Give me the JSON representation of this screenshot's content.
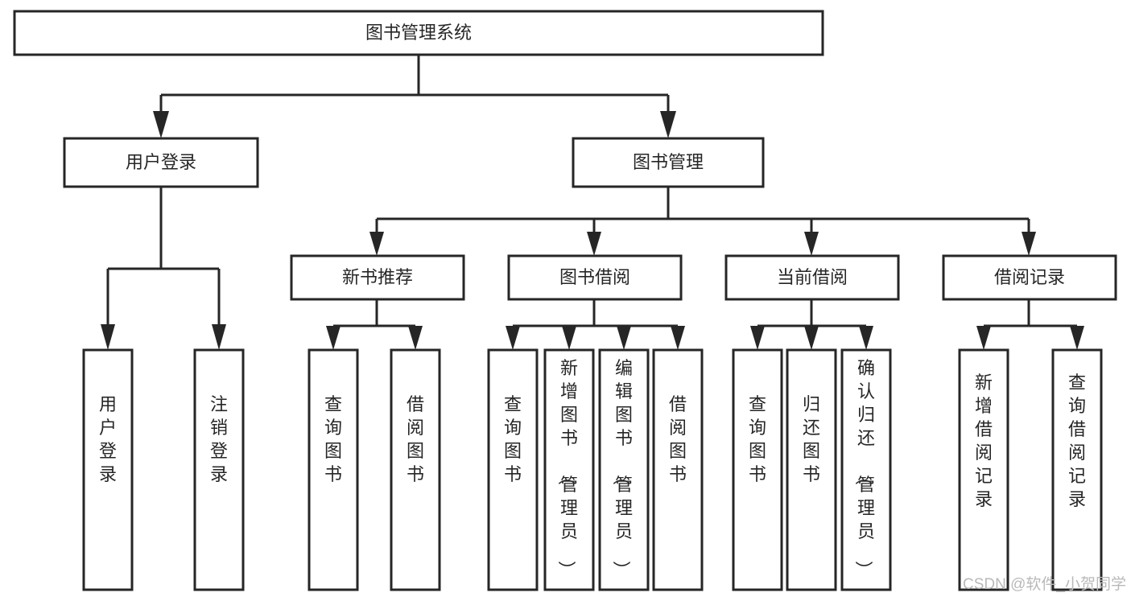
{
  "diagram": {
    "title": "图书管理系统",
    "type": "tree-hierarchy-chart",
    "root": {
      "id": "root",
      "label": "图书管理系统",
      "orientation": "horizontal"
    },
    "level2": [
      {
        "id": "user-login",
        "label": "用户登录",
        "orientation": "horizontal"
      },
      {
        "id": "book-management",
        "label": "图书管理",
        "orientation": "horizontal"
      }
    ],
    "level3": [
      {
        "id": "new-book-recommend",
        "label": "新书推荐",
        "orientation": "horizontal"
      },
      {
        "id": "book-borrow",
        "label": "图书借阅",
        "orientation": "horizontal"
      },
      {
        "id": "current-borrow",
        "label": "当前借阅",
        "orientation": "horizontal"
      },
      {
        "id": "borrow-record",
        "label": "借阅记录",
        "orientation": "horizontal"
      }
    ],
    "leaves": {
      "user_login": [
        {
          "id": "leaf-user-login",
          "label": "用户登录",
          "orientation": "vertical"
        },
        {
          "id": "leaf-logout-login",
          "label": "注销登录",
          "orientation": "vertical"
        }
      ],
      "new_book_recommend": [
        {
          "id": "leaf-query-book-1",
          "label": "查询图书",
          "orientation": "vertical"
        },
        {
          "id": "leaf-borrow-book-1",
          "label": "借阅图书",
          "orientation": "vertical"
        }
      ],
      "book_borrow": [
        {
          "id": "leaf-query-book-2",
          "label": "查询图书",
          "orientation": "vertical"
        },
        {
          "id": "leaf-add-book",
          "label": "新增图书（管理员）",
          "orientation": "vertical"
        },
        {
          "id": "leaf-edit-book",
          "label": "编辑图书（管理员）",
          "orientation": "vertical"
        },
        {
          "id": "leaf-borrow-book-2",
          "label": "借阅图书",
          "orientation": "vertical"
        }
      ],
      "current_borrow": [
        {
          "id": "leaf-query-book-3",
          "label": "查询图书",
          "orientation": "vertical"
        },
        {
          "id": "leaf-return-book",
          "label": "归还图书",
          "orientation": "vertical"
        },
        {
          "id": "leaf-confirm-return",
          "label": "确认归还（管理员）",
          "orientation": "vertical"
        }
      ],
      "borrow_record": [
        {
          "id": "leaf-add-borrow-record",
          "label": "新增借阅记录",
          "orientation": "vertical"
        },
        {
          "id": "leaf-query-borrow-record",
          "label": "查询借阅记录",
          "orientation": "vertical"
        }
      ]
    },
    "colors": {
      "stroke": "#262626",
      "fill": "#ffffff",
      "text": "#262626",
      "watermark": "#b9b9b9",
      "background": "#ffffff"
    }
  },
  "watermark": {
    "text": "CSDN @软件_小贺同学"
  }
}
